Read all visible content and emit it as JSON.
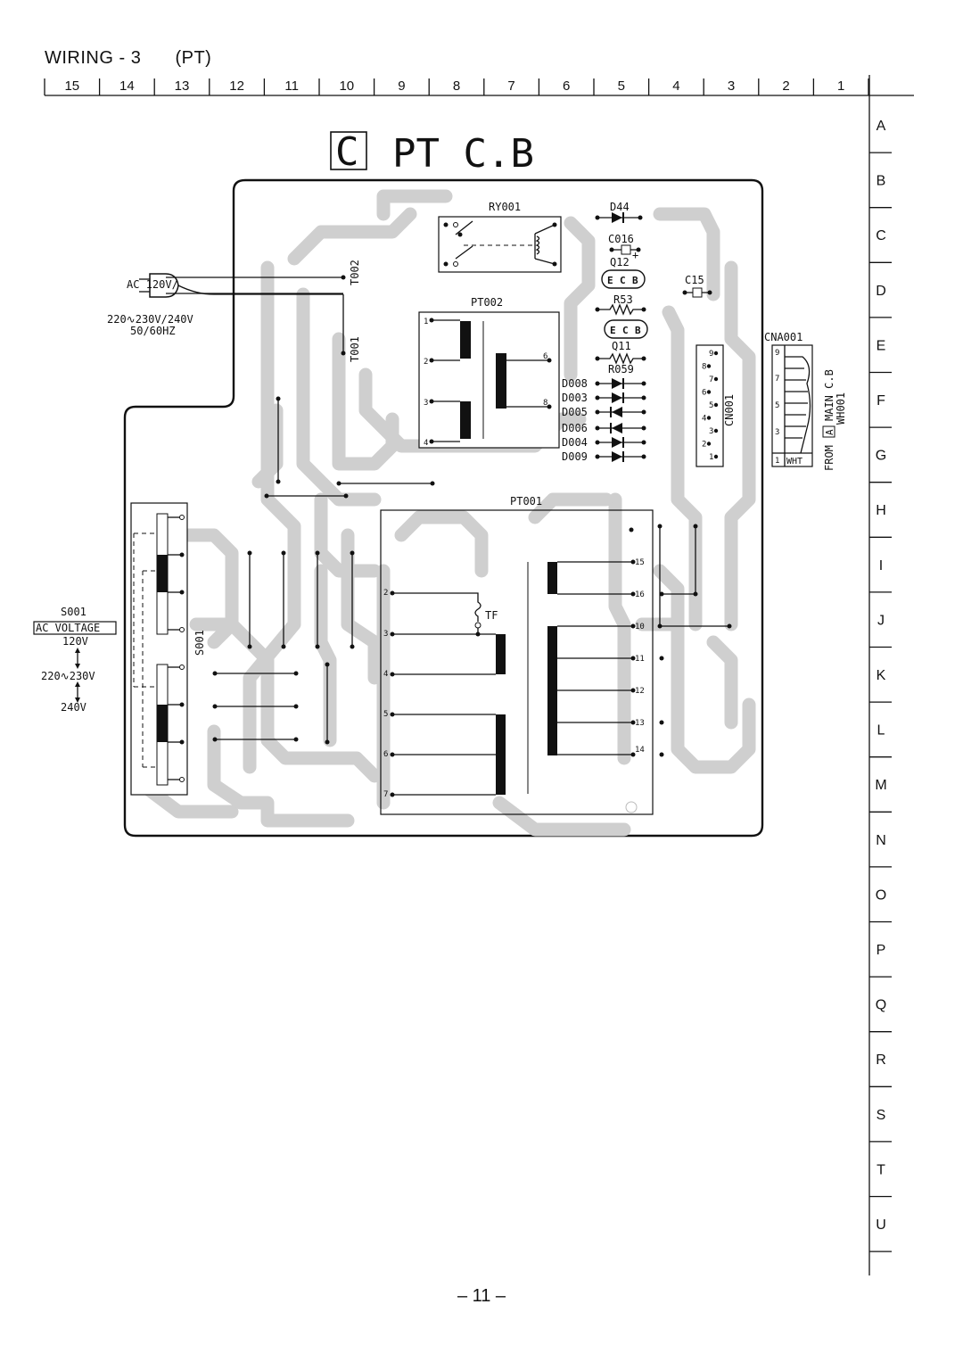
{
  "header": {
    "title": "WIRING - 3",
    "subtitle": "(PT)"
  },
  "page_number": "– 11 –",
  "column_numbers": [
    "15",
    "14",
    "13",
    "12",
    "11",
    "10",
    "9",
    "8",
    "7",
    "6",
    "5",
    "4",
    "3",
    "2",
    "1"
  ],
  "row_letters": [
    "A",
    "B",
    "C",
    "D",
    "E",
    "F",
    "G",
    "H",
    "I",
    "J",
    "K",
    "L",
    "M",
    "N",
    "O",
    "P",
    "Q",
    "R",
    "S",
    "T",
    "U"
  ],
  "board": {
    "code": "C",
    "name": "PT C.B"
  },
  "power": {
    "line1": "AC 120V/",
    "line2": "220∿230V/240V",
    "line3": "50/60HZ"
  },
  "terminals": {
    "t002": "T002",
    "t001": "T001"
  },
  "relay": "RY001",
  "components": {
    "d44": "D44",
    "c016": "C016",
    "q12": "Q12",
    "c15": "C15",
    "r53": "R53",
    "q11": "Q11",
    "r059": "R059",
    "ecb": [
      "E",
      "C",
      "B"
    ],
    "diodes": [
      "D008",
      "D003",
      "D005",
      "D006",
      "D004",
      "D009"
    ]
  },
  "pt002": {
    "name": "PT002",
    "pins": [
      "1",
      "2",
      "3",
      "4",
      "6",
      "8"
    ]
  },
  "pt001": {
    "name": "PT001",
    "left_pins": [
      "2",
      "3",
      "4",
      "5",
      "6",
      "7"
    ],
    "right_pins": [
      "15",
      "16",
      "10",
      "11",
      "12",
      "13",
      "14"
    ],
    "fuse": "TF"
  },
  "connector": {
    "cn001": "CN001",
    "cn001_pins": [
      "9",
      "8",
      "7",
      "6",
      "5",
      "4",
      "3",
      "2",
      "1"
    ],
    "cna001": "CNA001",
    "cna001_pins": [
      "9",
      "7",
      "5",
      "3",
      "1"
    ],
    "wht": "WHT",
    "from_text": "FROM",
    "from_box": "A",
    "main_text": "MAIN C.B",
    "wh001": "WH001"
  },
  "switch": {
    "name": "S001",
    "vertical_label": "S001",
    "box_label": "AC VOLTAGE",
    "v120": "120V",
    "v220": "220∿230V",
    "v240": "240V"
  }
}
